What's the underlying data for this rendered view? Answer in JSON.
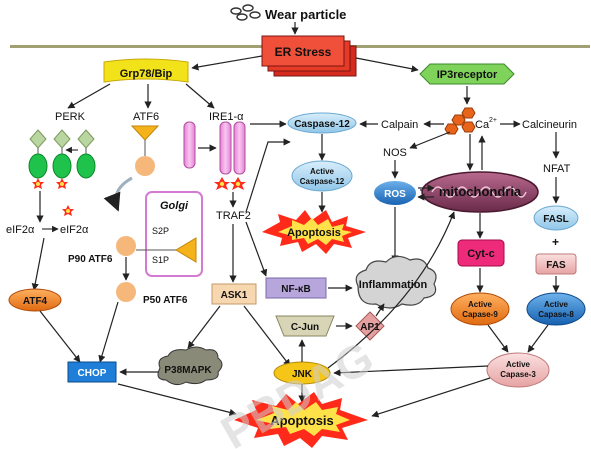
{
  "header": {
    "wear_particle": "Wear particle"
  },
  "nodes": {
    "er_stress": "ER Stress",
    "grp78": "Grp78/Bip",
    "ip3receptor": "IP3receptor",
    "perk": "PERK",
    "atf6": "ATF6",
    "ire1": "IRE1-α",
    "caspase12": "Caspase-12",
    "calpain": "Calpain",
    "ca2": "Ca",
    "ca2_sup": "2+",
    "calcineurin": "Calcineurin",
    "nos": "NOS",
    "active_caspase12_line1": "Active",
    "active_caspase12_line2": "Caspase-12",
    "ros": "ROS",
    "mitochondria": "mitochondria",
    "nfat": "NFAT",
    "golgi": "Golgi",
    "s2p": "S2P",
    "s1p": "S1P",
    "traf2": "TRAF2",
    "apoptosis_mid": "Apoptosis",
    "fasl": "FASL",
    "plus": "+",
    "fas": "FAS",
    "eif2a_1": "eIF2α",
    "eif2a_2": "eIF2α",
    "p90atf6": "P90 ATF6",
    "p50atf6": "P50 ATF6",
    "cytc": "Cyt-c",
    "atf4": "ATF4",
    "ask1": "ASK1",
    "nfkb": "NF-κB",
    "inflammation": "Inflammation",
    "cjun": "C-Jun",
    "ap1": "AP1",
    "casp9_line1": "Active",
    "casp9_line2": "Capase-9",
    "casp8_line1": "Active",
    "casp8_line2": "Capase-8",
    "chop": "CHOP",
    "p38": "P38MAPK",
    "jnk": "JNK",
    "casp3_line1": "Active",
    "casp3_line2": "Capase-3",
    "apoptosis_bottom": "Apoptosis"
  },
  "watermark": "PBDAG",
  "colors": {
    "er_stress": "#e8382a",
    "grp78": "#f2e21a",
    "ip3receptor": "#7fd35a",
    "node_blue_light": "#a9d6f0",
    "ros": "#1f78c8",
    "cytc": "#ee2a7b",
    "atf4": "#e8641b",
    "chop": "#1f7fd8",
    "jnk": "#f5c518",
    "ap1": "#e7a0a0",
    "star_red": "#ff2a1a",
    "star_yellow": "#ffe14a",
    "golgi_border": "#d57ad2"
  }
}
